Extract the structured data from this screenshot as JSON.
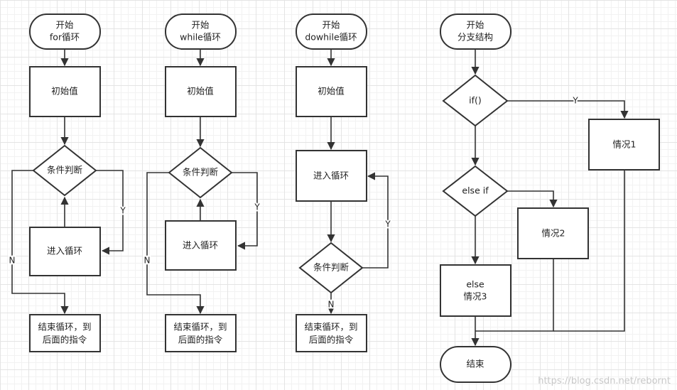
{
  "for_loop": {
    "start_line1": "开始",
    "start_line2": "for循环",
    "init": "初始值",
    "condition": "条件判断",
    "body": "进入循环",
    "end_line1": "结束循环，到",
    "end_line2": "后面的指令",
    "yes": "Y",
    "no": "N"
  },
  "while_loop": {
    "start_line1": "开始",
    "start_line2": "while循环",
    "init": "初始值",
    "condition": "条件判断",
    "body": "进入循环",
    "end_line1": "结束循环，到",
    "end_line2": "后面的指令",
    "yes": "Y",
    "no": "N"
  },
  "dowhile_loop": {
    "start_line1": "开始",
    "start_line2": "dowhile循环",
    "init": "初始值",
    "body": "进入循环",
    "condition": "条件判断",
    "end_line1": "结束循环，到",
    "end_line2": "后面的指令",
    "yes": "Y",
    "no": "N"
  },
  "branch": {
    "start_line1": "开始",
    "start_line2": "分支结构",
    "if": "if()",
    "else_if": "else if",
    "case1": "情况1",
    "case2": "情况2",
    "else_line1": "else",
    "else_line2": "情况3",
    "end": "结束",
    "yes": "Y"
  },
  "watermark": "https://blog.csdn.net/rebornt"
}
